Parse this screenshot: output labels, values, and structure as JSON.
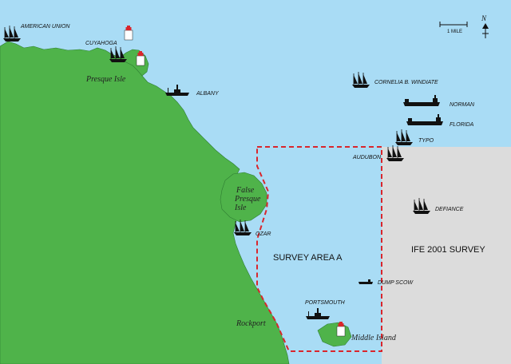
{
  "colors": {
    "water": "#a9dcf5",
    "land": "#4fb34a",
    "land_stroke": "#2e7d32",
    "survey_b_fill": "#dcdcdc",
    "survey_line": "#d9262c",
    "ship": "#111111",
    "lighthouse_top": "#d9262c"
  },
  "map": {
    "places": {
      "presque_isle": "Presque Isle",
      "false_presque_isle_line1": "False",
      "false_presque_isle_line2": "Presque",
      "false_presque_isle_line3": "Isle",
      "rockport": "Rockport",
      "middle_island": "Middle Island"
    },
    "areas": {
      "survey_a": "SURVEY AREA  A",
      "ife_survey": "IFE 2001 SURVEY"
    },
    "scale": {
      "label": "1 MILE",
      "north": "N"
    },
    "wrecks": [
      {
        "id": "american-union",
        "label": "AMERICAN UNION",
        "icon": "schooner-icon"
      },
      {
        "id": "cuyahoga",
        "label": "CUYAHOGA",
        "icon": "schooner-icon"
      },
      {
        "id": "albany",
        "label": "ALBANY",
        "icon": "steamer-icon"
      },
      {
        "id": "cornelia",
        "label": "CORNELIA B. WINDIATE",
        "icon": "schooner-icon"
      },
      {
        "id": "norman",
        "label": "NORMAN",
        "icon": "freighter-icon"
      },
      {
        "id": "florida",
        "label": "FLORIDA",
        "icon": "freighter-icon"
      },
      {
        "id": "typo",
        "label": "TYPO",
        "icon": "schooner-icon"
      },
      {
        "id": "audubon",
        "label": "AUDUBON",
        "icon": "schooner-icon"
      },
      {
        "id": "defiance",
        "label": "DEFIANCE",
        "icon": "schooner-icon"
      },
      {
        "id": "ozar",
        "label": "OZAR",
        "icon": "schooner-icon"
      },
      {
        "id": "dump-scow",
        "label": "DUMP SCOW",
        "icon": "scow-icon"
      },
      {
        "id": "portsmouth",
        "label": "PORTSMOUTH",
        "icon": "steamer-icon"
      }
    ],
    "lighthouses": [
      "lighthouse-icon",
      "lighthouse-icon",
      "lighthouse-icon"
    ]
  }
}
